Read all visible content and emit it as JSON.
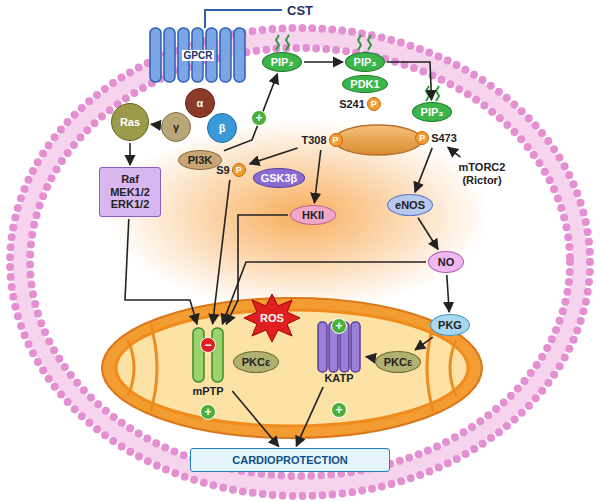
{
  "diagram": {
    "nodes": [
      {
        "text": [
          "α"
        ]
      },
      {
        "text": [
          "γ"
        ]
      },
      {
        "text": [
          "β"
        ]
      },
      {
        "text": [
          "PI3K"
        ]
      },
      {
        "text": [
          "Ras"
        ]
      },
      {
        "text": [
          "PIP₂"
        ]
      },
      {
        "text": [
          "PIP₃"
        ]
      },
      {
        "text": [
          "PDK1"
        ]
      },
      {
        "text": [
          "S241",
          "P"
        ]
      },
      {
        "text": [
          "PIP₃"
        ]
      },
      {
        "text": [
          "T308",
          "P"
        ]
      },
      {
        "text": [
          "S473",
          "P"
        ]
      },
      {
        "text": [
          "mTORC2 (Rictor)"
        ]
      },
      {
        "text": [
          "S9",
          "P"
        ]
      },
      {
        "text": [
          "GSK3β"
        ]
      },
      {
        "text": [
          "Raf MEK1/2 ERK1/2"
        ]
      },
      {
        "text": [
          "HKII"
        ]
      },
      {
        "text": [
          "eNOS"
        ]
      },
      {
        "text": [
          "NO"
        ]
      },
      {
        "text": [
          "PKG"
        ]
      },
      {
        "text": [
          "ROS"
        ]
      },
      {
        "text": [
          "mPTP"
        ]
      },
      {
        "text": [
          "PKCε"
        ]
      },
      {
        "text": [
          "KATP"
        ]
      },
      {
        "text": [
          "PKCε"
        ]
      },
      {
        "text": [
          "CARDIOPROTECTION"
        ]
      }
    ],
    "edges": [
      {
        "from": 1,
        "to": 4,
        "arrow": "to"
      },
      {
        "from": 4,
        "to": 15,
        "arrow": "to"
      },
      {
        "from": 15,
        "to": 21,
        "arrow": "to"
      },
      {
        "from": 3,
        "to": 5,
        "arrow": "to"
      },
      {
        "from": 5,
        "to": 6,
        "arrow": "to"
      },
      {
        "from": 6,
        "to": 9,
        "arrow": "to"
      },
      {
        "from": 10,
        "to": 13,
        "arrow": "to"
      },
      {
        "from": 13,
        "to": 21,
        "arrow": "to"
      },
      {
        "from": 10,
        "to": 16,
        "arrow": "to"
      },
      {
        "from": 11,
        "to": 17,
        "arrow": "to"
      },
      {
        "from": 16,
        "to": 21,
        "arrow": "to"
      },
      {
        "from": 17,
        "to": 18,
        "arrow": "to"
      },
      {
        "from": 18,
        "to": 19,
        "arrow": "to"
      },
      {
        "from": 18,
        "to": 21,
        "arrow": "to"
      },
      {
        "from": 19,
        "to": 24,
        "arrow": "to"
      },
      {
        "from": 24,
        "to": 23,
        "arrow": "to"
      },
      {
        "from": 12,
        "to": 11,
        "arrow": "to"
      },
      {
        "from": 21,
        "to": 25,
        "arrow": "to"
      },
      {
        "from": 23,
        "to": 25,
        "arrow": "to"
      }
    ],
    "labels": [
      "CST",
      "GPCR",
      "+",
      "+",
      "−",
      "+",
      "+"
    ]
  }
}
